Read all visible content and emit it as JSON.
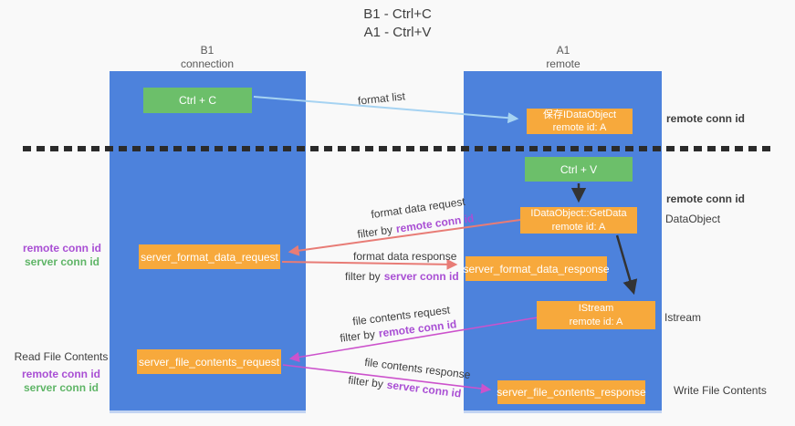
{
  "title": {
    "line1": "B1 - Ctrl+C",
    "line2": "A1 - Ctrl+V"
  },
  "columns": {
    "left": {
      "name": "B1",
      "subtitle": "connection"
    },
    "right": {
      "name": "A1",
      "subtitle": "remote"
    }
  },
  "boxes": {
    "ctrl_c": {
      "label": "Ctrl + C"
    },
    "save_dataobject": {
      "line1": "保存IDataObject",
      "line2": "remote id: A"
    },
    "ctrl_v": {
      "label": "Ctrl + V"
    },
    "getdata": {
      "line1": "IDataObject::GetData",
      "line2": "remote id: A"
    },
    "format_request": {
      "label": "server_format_data_request"
    },
    "format_response": {
      "label": "server_format_data_response"
    },
    "istream": {
      "line1": "IStream",
      "line2": "remote id: A"
    },
    "file_request": {
      "label": "server_file_contents_request"
    },
    "file_response": {
      "label": "server_file_contents_response"
    }
  },
  "edge_labels": {
    "format_list": "format list",
    "format_request_title": "format data request",
    "format_request_filter_prefix": "filter by",
    "format_request_filter_id": "remote conn id",
    "format_response_title": "format data response",
    "format_response_filter_prefix": "filter by",
    "format_response_filter_id": "server conn id",
    "file_request_title": "file contents request",
    "file_request_filter_prefix": "filter by",
    "file_request_filter_id": "remote conn id",
    "file_response_title": "file contents response",
    "file_response_filter_prefix": "filter by",
    "file_response_filter_id": "server conn id"
  },
  "side_labels": {
    "left_format_remote": "remote conn id",
    "left_format_server": "server conn id",
    "left_file_title": "Read File Contents",
    "left_file_remote": "remote conn id",
    "left_file_server": "server conn id",
    "right_top_remote": "remote conn id",
    "right_mid_remote": "remote conn id",
    "right_dataobject": "DataObject",
    "right_istream": "Istream",
    "right_write": "Write File Contents"
  },
  "colors": {
    "lifeline_blue": "#4d82dc",
    "box_orange": "#f7a93c",
    "box_green": "#6cbf6a",
    "conn_id_purple": "#a94fd4",
    "conn_id_green": "#5fb567",
    "arrow_light_blue": "#a6d3f2",
    "arrow_red": "#e87c76",
    "arrow_magenta": "#cc52cc",
    "arrow_black": "#333333",
    "background": "#f9f9f9"
  }
}
